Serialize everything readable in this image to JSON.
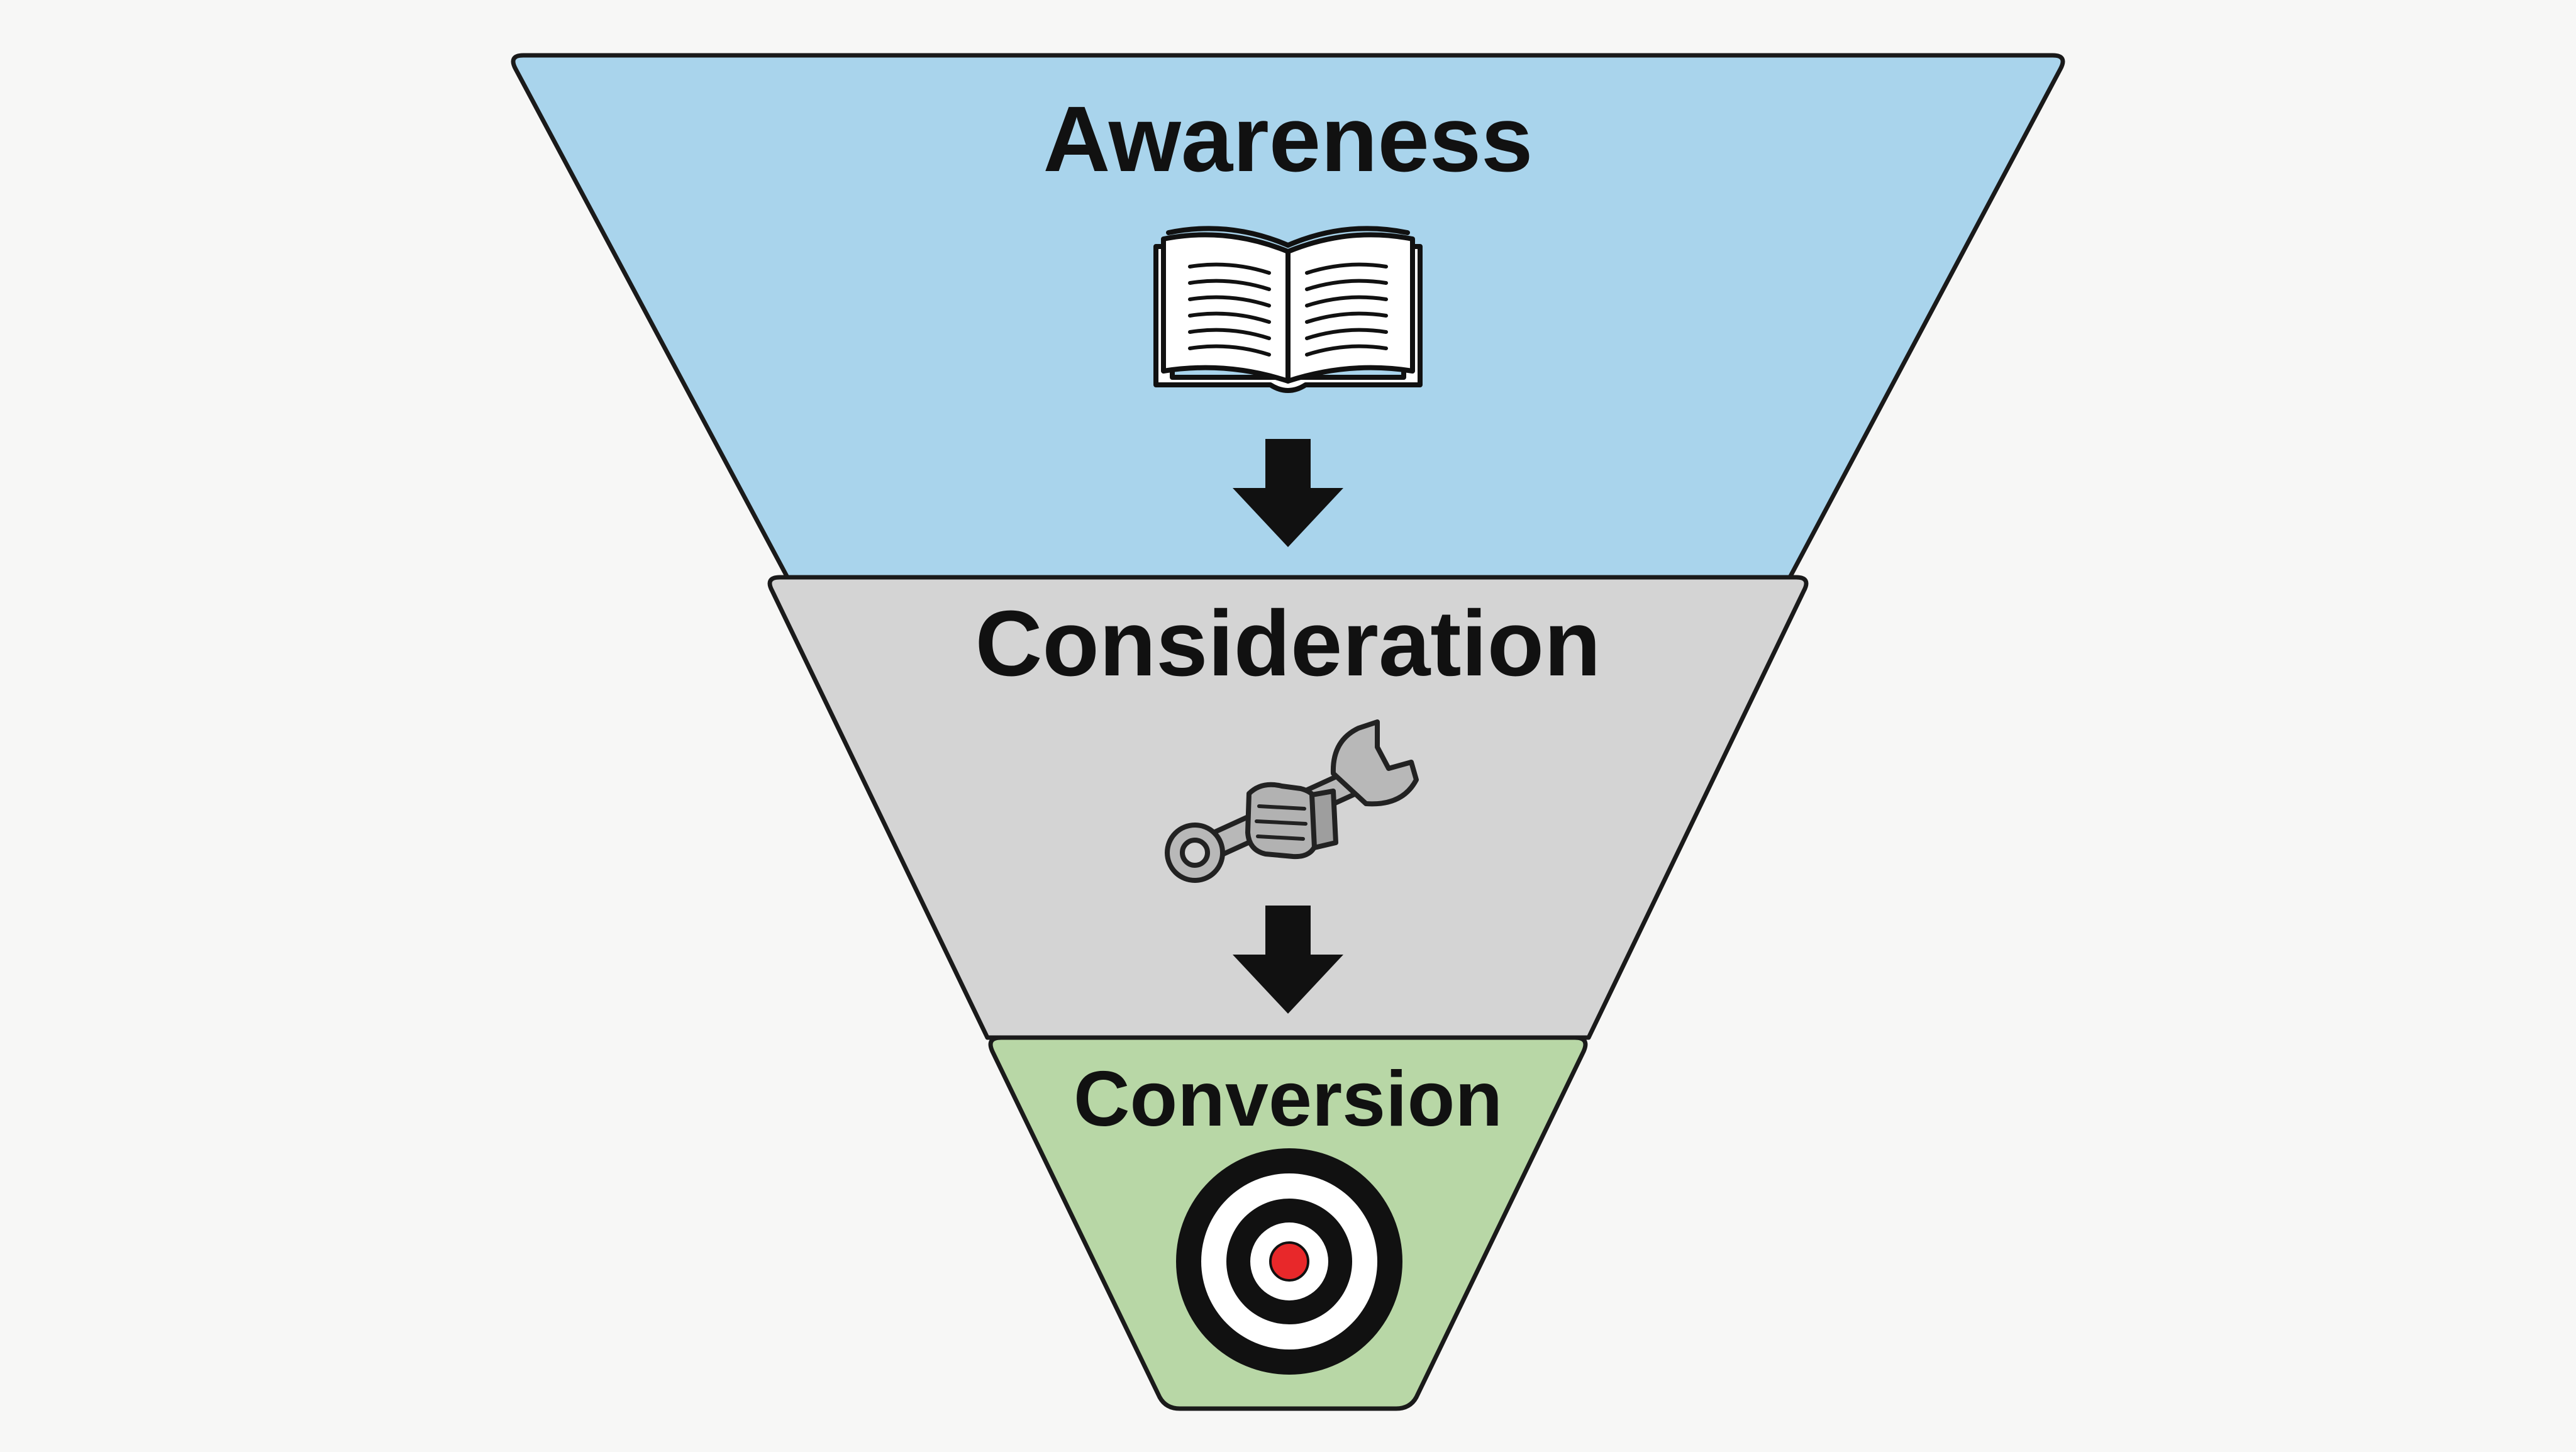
{
  "funnel": {
    "stages": [
      {
        "label": "Awareness",
        "icon": "open-book-icon",
        "fill": "#a9d4ec"
      },
      {
        "label": "Consideration",
        "icon": "wrench-hand-icon",
        "fill": "#d4d4d4"
      },
      {
        "label": "Conversion",
        "icon": "target-icon",
        "fill": "#b8d7a6"
      }
    ],
    "colors": {
      "outline": "#1a1a1a",
      "arrow": "#111111",
      "background": "#f7f7f6",
      "target_center": "#e8282a"
    }
  }
}
